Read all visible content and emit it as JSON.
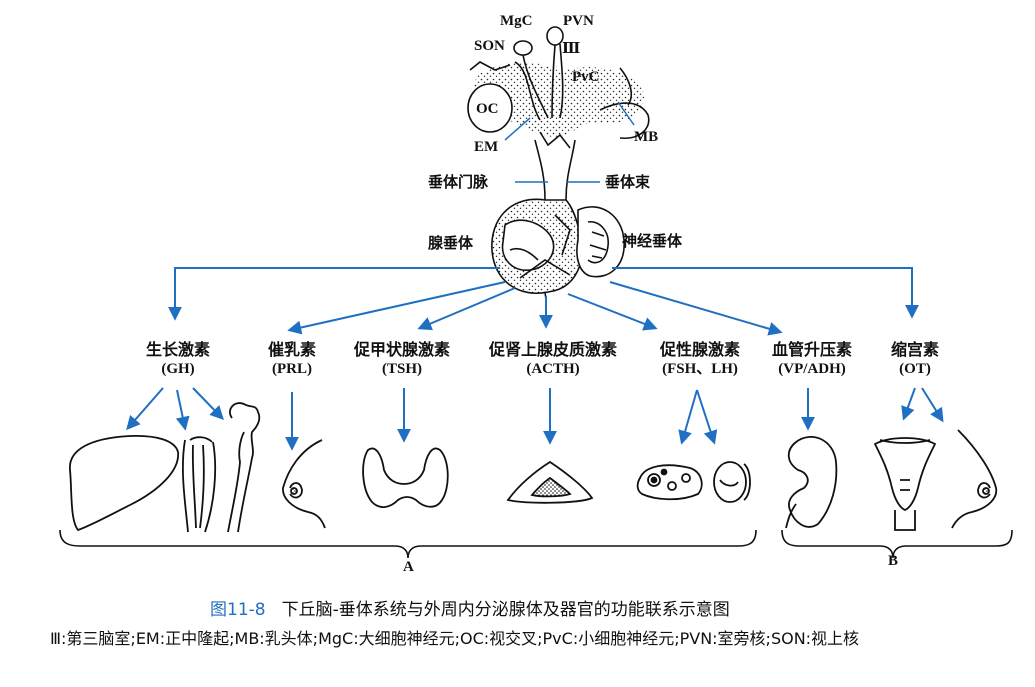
{
  "figure": {
    "number": "图11-8",
    "title": "下丘脑-垂体系统与外周内分泌腺体及器官的功能联系示意图",
    "legend": "Ⅲ:第三脑室;EM:正中隆起;MB:乳头体;MgC:大细胞神经元;OC:视交叉;PvC:小细胞神经元;PVN:室旁核;SON:视上核"
  },
  "anatomy_labels": {
    "mgc": "MgC",
    "pvn": "PVN",
    "son": "SON",
    "third_ventricle": "Ⅲ",
    "pvc": "PvC",
    "oc": "OC",
    "em": "EM",
    "mb": "MB",
    "portal_vein": "垂体门脉",
    "pituitary_stalk": "垂体束",
    "adenohypophysis": "腺垂体",
    "neurohypophysis": "神经垂体"
  },
  "hormones": [
    {
      "name": "生长激素",
      "abbr": "(GH)"
    },
    {
      "name": "催乳素",
      "abbr": "(PRL)"
    },
    {
      "name": "促甲状腺激素",
      "abbr": "(TSH)"
    },
    {
      "name": "促肾上腺皮质激素",
      "abbr": "(ACTH)"
    },
    {
      "name": "促性腺激素",
      "abbr": "(FSH、LH)"
    },
    {
      "name": "血管升压素",
      "abbr": "(VP/ADH)"
    },
    {
      "name": "缩宫素",
      "abbr": "(OT)"
    }
  ],
  "groups": {
    "a": "A",
    "b": "B"
  },
  "colors": {
    "arrow": "#1f6fc2",
    "line": "#111111",
    "caption_number": "#1f6fc2"
  },
  "icons": [
    "liver-icon",
    "muscle-icon",
    "bone-icon",
    "breast-icon",
    "thyroid-icon",
    "adrenal-icon",
    "ovary-icon",
    "testis-icon",
    "kidney-icon",
    "uterus-icon"
  ]
}
